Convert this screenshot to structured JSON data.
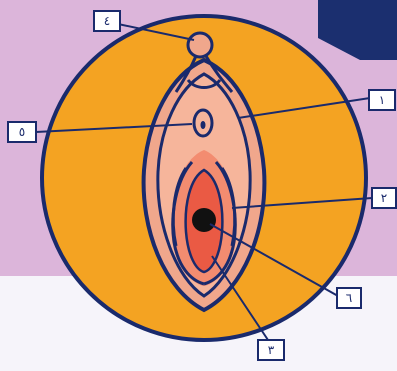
{
  "diagram": {
    "labels": {
      "one": "١",
      "two": "٢",
      "three": "٣",
      "four": "٤",
      "five": "٥",
      "six": "٦"
    }
  },
  "colors": {
    "background_purple": "#dcb5da",
    "background_white": "#f6f4fa",
    "navy_band": "#1b2f6f",
    "orange_disk": "#f4a322",
    "outline": "#1a2a6c",
    "skin_outer": "#f0a78c",
    "skin_inner": "#f38c70",
    "vestibule": "#ea5a44",
    "opening": "#111111"
  }
}
